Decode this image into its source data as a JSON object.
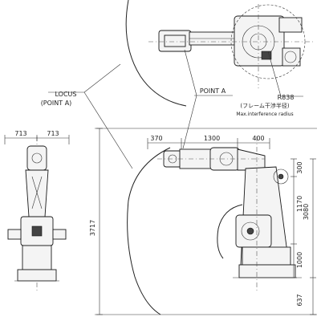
{
  "labels": {
    "locus_line1": "LOCUS",
    "locus_line2": "(POINT A)",
    "point_a": "POINT A",
    "radius_value": "R838",
    "radius_jp": "(フレーム干渉半径)",
    "radius_en": "Max.interference radius"
  },
  "dimensions": {
    "front_half_left": "713",
    "front_half_right": "713",
    "total_height": "3717",
    "reach_offset": "370",
    "upper_arm_length": "1300",
    "arm_offset": "400",
    "top_offset": "300",
    "arm_link": "1170",
    "shoulder_height": "3080",
    "base_height": "1000",
    "floor_offset": "637"
  }
}
